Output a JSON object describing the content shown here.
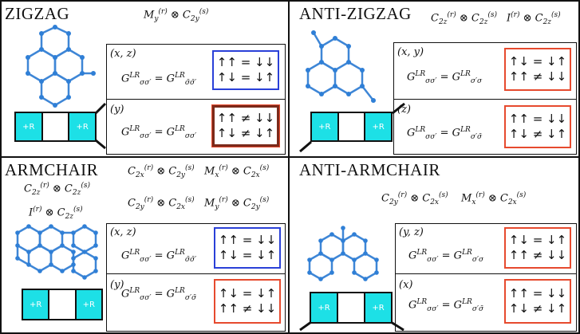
{
  "panels": {
    "zigzag": {
      "title": "ZIGZAG",
      "symmetry": {
        "main": "M",
        "msub": "y",
        "msup": "(r)",
        "op": "⊗",
        "c": "C",
        "csub": "2y",
        "csup": "(s)"
      },
      "rows": [
        {
          "cond": "(x, z)",
          "lhs": "σσ′",
          "rhs": "σ̄σ̄′",
          "rel": [
            "↑↑ = ↓↓",
            "↑↓ = ↓↑"
          ],
          "color": "blue"
        },
        {
          "cond": "(y)",
          "lhs": "σσ′",
          "rhs": "σσ′",
          "rel": [
            "↑↑ ≠ ↓↓",
            "↑↓ ≠ ↓↑"
          ],
          "color": "dark"
        }
      ],
      "strip": [
        "+R",
        "",
        "+R"
      ]
    },
    "anti_zigzag": {
      "title": "ANTI-ZIGZAG",
      "symmetry1": "C₂z(r) ⊗ C₂z(s)",
      "symmetry2": "I(r) ⊗ C₂z(s)",
      "rows": [
        {
          "cond": "(x, y)",
          "lhs": "σσ′",
          "rhs": "σ′σ",
          "rel": [
            "↑↓ = ↓↑",
            "↑↑ ≠ ↓↓"
          ],
          "color": "red"
        },
        {
          "cond": "(z)",
          "lhs": "σσ′",
          "rhs": "σ′σ̄",
          "rel": [
            "↑↑ = ↓↓",
            "↑↓ ≠ ↓↑"
          ],
          "color": "red"
        }
      ],
      "strip": [
        "+R",
        "",
        "+R"
      ]
    },
    "armchair": {
      "title": "ARMCHAIR",
      "rows": [
        {
          "cond": "(x, z)",
          "lhs": "σσ′",
          "rhs": "σ̄σ̄′",
          "rel": [
            "↑↑ = ↓↓",
            "↑↓ = ↓↑"
          ],
          "color": "blue"
        },
        {
          "cond": "(y)",
          "lhs": "σσ′",
          "rhs": "σ′σ̄",
          "rel": [
            "↑↓ = ↓↑",
            "↑↑ ≠ ↓↓"
          ],
          "color": "red"
        }
      ],
      "strip": [
        "+R",
        "",
        "+R"
      ]
    },
    "anti_armchair": {
      "title": "ANTI-ARMCHAIR",
      "rows": [
        {
          "cond": "(y, z)",
          "lhs": "σσ′",
          "rhs": "σ′σ",
          "rel": [
            "↑↓ = ↓↑",
            "↑↑ ≠ ↓↓"
          ],
          "color": "red"
        },
        {
          "cond": "(x)",
          "lhs": "σσ′",
          "rhs": "σ′σ̄",
          "rel": [
            "↑↑ = ↓↓",
            "↑↓ ≠ ↓↑"
          ],
          "color": "red"
        }
      ],
      "strip": [
        "+R",
        "",
        "+R"
      ]
    }
  },
  "g_symbol": "G",
  "g_sup": "LR",
  "colors": {
    "cyan": "#1de0e6",
    "blue_box": "#2a40d8",
    "red_box": "#e64a2e",
    "atom": "#2f7fd6",
    "bond": "#7a7a7a"
  }
}
